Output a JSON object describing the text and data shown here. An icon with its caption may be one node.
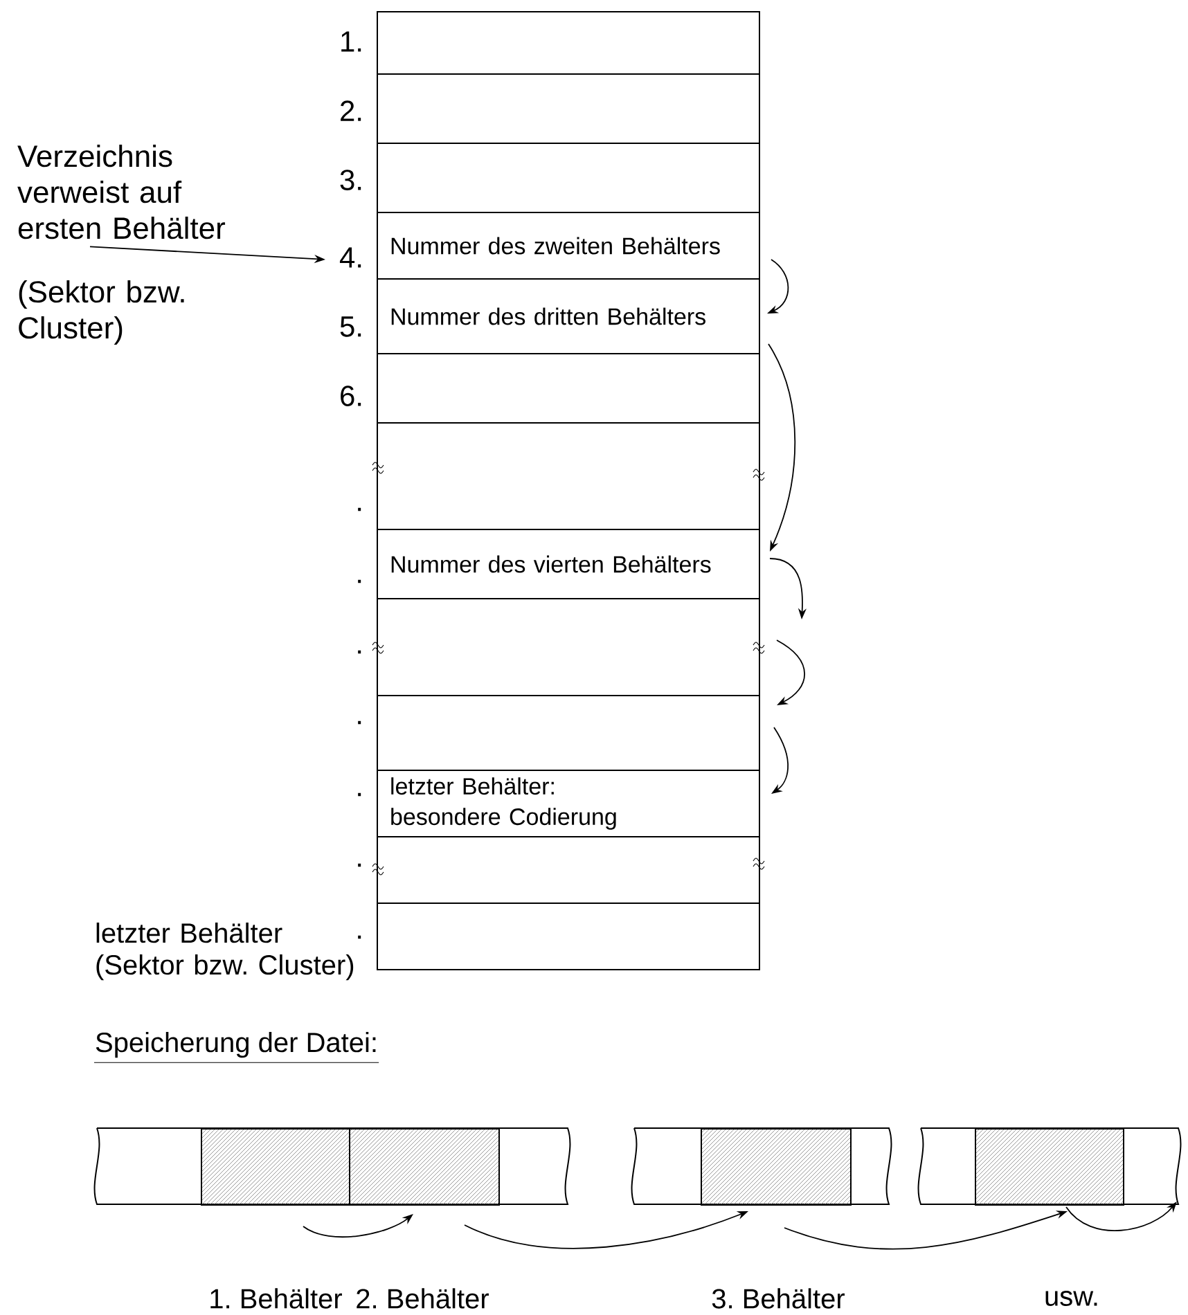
{
  "diagram": {
    "nodes": [
      {
        "text": [],
        "shape": "box",
        "beside": [
          "1."
        ]
      },
      {
        "text": [],
        "shape": "box",
        "beside": [
          "2."
        ]
      },
      {
        "text": [],
        "shape": "box",
        "beside": [
          "3."
        ]
      },
      {
        "text": [
          "Nummer des zweiten Behälters"
        ],
        "beside": [
          "4."
        ]
      },
      {
        "text": [
          "Nummer des dritten Behälters"
        ],
        "beside": [
          "5."
        ]
      },
      {
        "text": [],
        "shape": "box",
        "beside": [
          "6."
        ]
      },
      {
        "text": [],
        "shape": "box",
        "beside": [
          "."
        ]
      },
      {
        "text": [
          "Nummer des vierten Behälters"
        ],
        "beside": [
          "."
        ]
      },
      {
        "text": [],
        "shape": "box",
        "beside": [
          "."
        ]
      },
      {
        "text": [],
        "shape": "box",
        "beside": [
          "."
        ]
      },
      {
        "text": [
          "letzter Behälter: besondere Codierung"
        ],
        "beside": [
          "."
        ]
      },
      {
        "text": [],
        "shape": "box",
        "beside": [
          "."
        ]
      },
      {
        "text": [],
        "shape": "box",
        "beside": [
          "."
        ]
      },
      {
        "text": [
          "Verzeichnis verweist auf ersten Behälter"
        ]
      },
      {
        "text": [],
        "shape": "box",
        "beside": [
          "1. Behälter"
        ]
      },
      {
        "text": [],
        "shape": "box",
        "beside": [
          "2. Behälter"
        ]
      },
      {
        "text": [],
        "shape": "box",
        "beside": [
          "3. Behälter"
        ]
      },
      {
        "text": [],
        "shape": "box",
        "beside": [
          "usw."
        ]
      }
    ],
    "edges": [
      {
        "from": 13,
        "to": 3,
        "arrow": "to"
      },
      {
        "from": 3,
        "to": 4,
        "arrow": "to"
      },
      {
        "from": 4,
        "to": 7,
        "arrow": "to"
      },
      {
        "from": 7,
        "to": 8,
        "arrow": "to"
      },
      {
        "from": 8,
        "to": 9,
        "arrow": "to"
      },
      {
        "from": 9,
        "to": 10,
        "arrow": "to"
      },
      {
        "from": 14,
        "to": 15,
        "arrow": "to"
      },
      {
        "from": 15,
        "to": 16,
        "arrow": "to"
      },
      {
        "from": 16,
        "to": 17,
        "arrow": "to"
      },
      {
        "from": 17,
        "to": null,
        "arrow": "to"
      }
    ],
    "labels": [
      "(Sektor bzw. Cluster)",
      "letzter Behälter (Sektor bzw. Cluster)",
      "Speicherung der Datei:"
    ]
  }
}
